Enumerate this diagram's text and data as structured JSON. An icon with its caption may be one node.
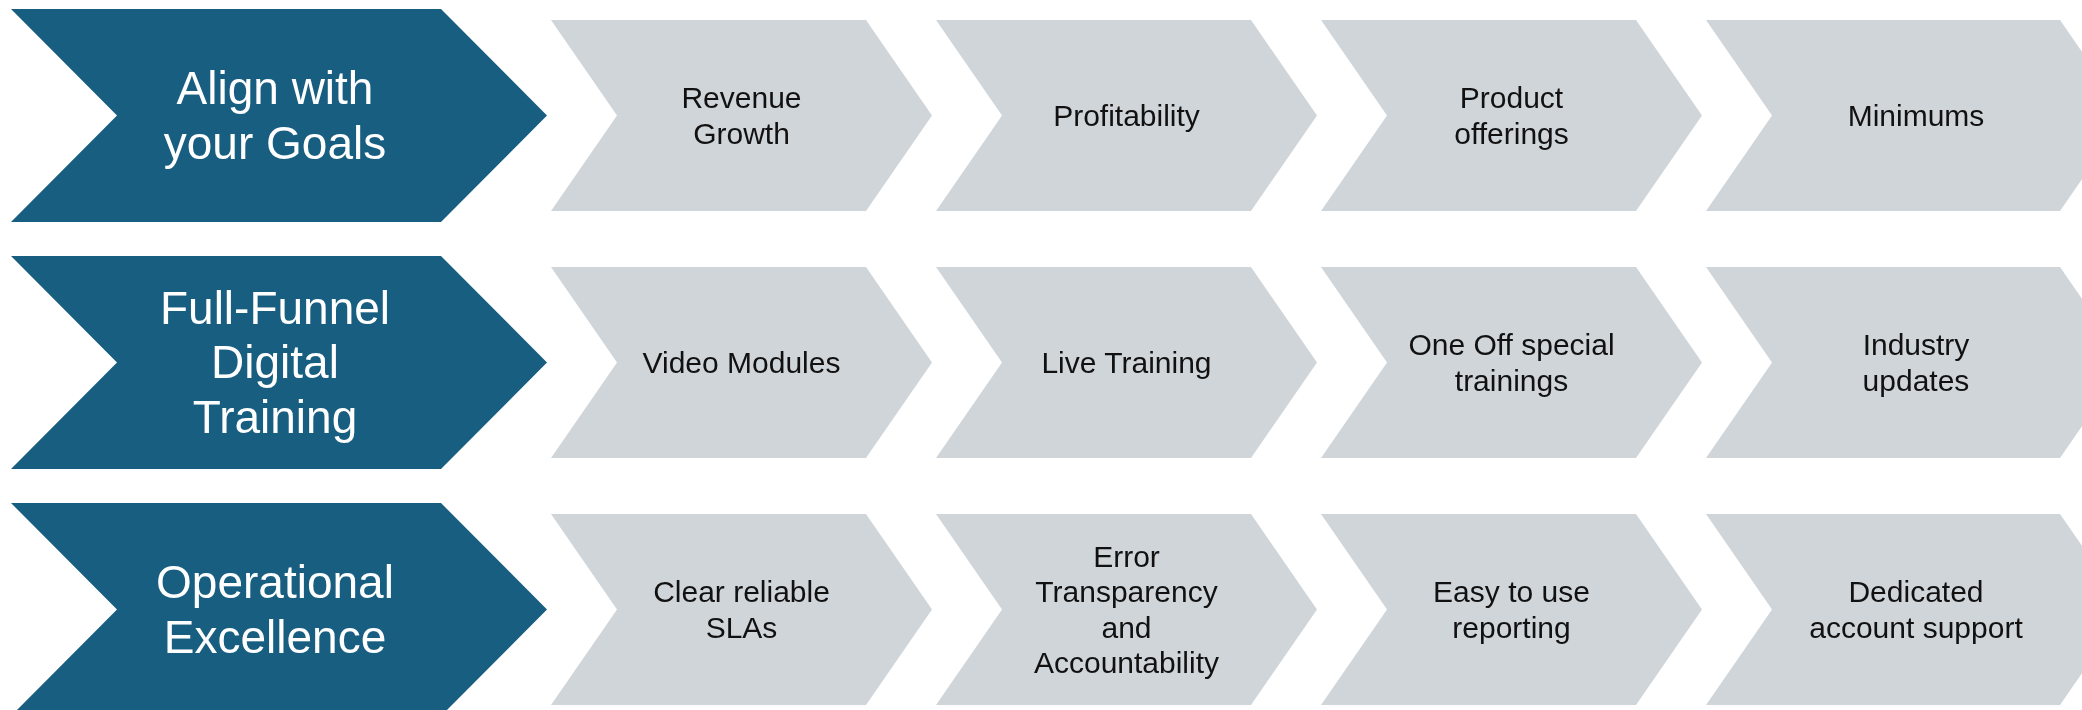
{
  "diagram": {
    "nodes": [
      {
        "text": [
          "Align with your Goals"
        ]
      },
      {
        "text": [
          "Revenue Growth"
        ]
      },
      {
        "text": [
          "Profitability"
        ]
      },
      {
        "text": [
          "Product offerings"
        ]
      },
      {
        "text": [
          "Minimums"
        ]
      },
      {
        "text": [
          "Full-Funnel Digital Training"
        ]
      },
      {
        "text": [
          "Video Modules"
        ]
      },
      {
        "text": [
          "Live Training"
        ]
      },
      {
        "text": [
          "One Off special trainings"
        ]
      },
      {
        "text": [
          "Industry updates"
        ]
      },
      {
        "text": [
          "Operational Excellence"
        ]
      },
      {
        "text": [
          "Clear reliable SLAs"
        ]
      },
      {
        "text": [
          "Error Transparency and Accountability"
        ]
      },
      {
        "text": [
          "Easy to use reporting"
        ]
      },
      {
        "text": [
          "Dedicated account support"
        ]
      }
    ]
  }
}
